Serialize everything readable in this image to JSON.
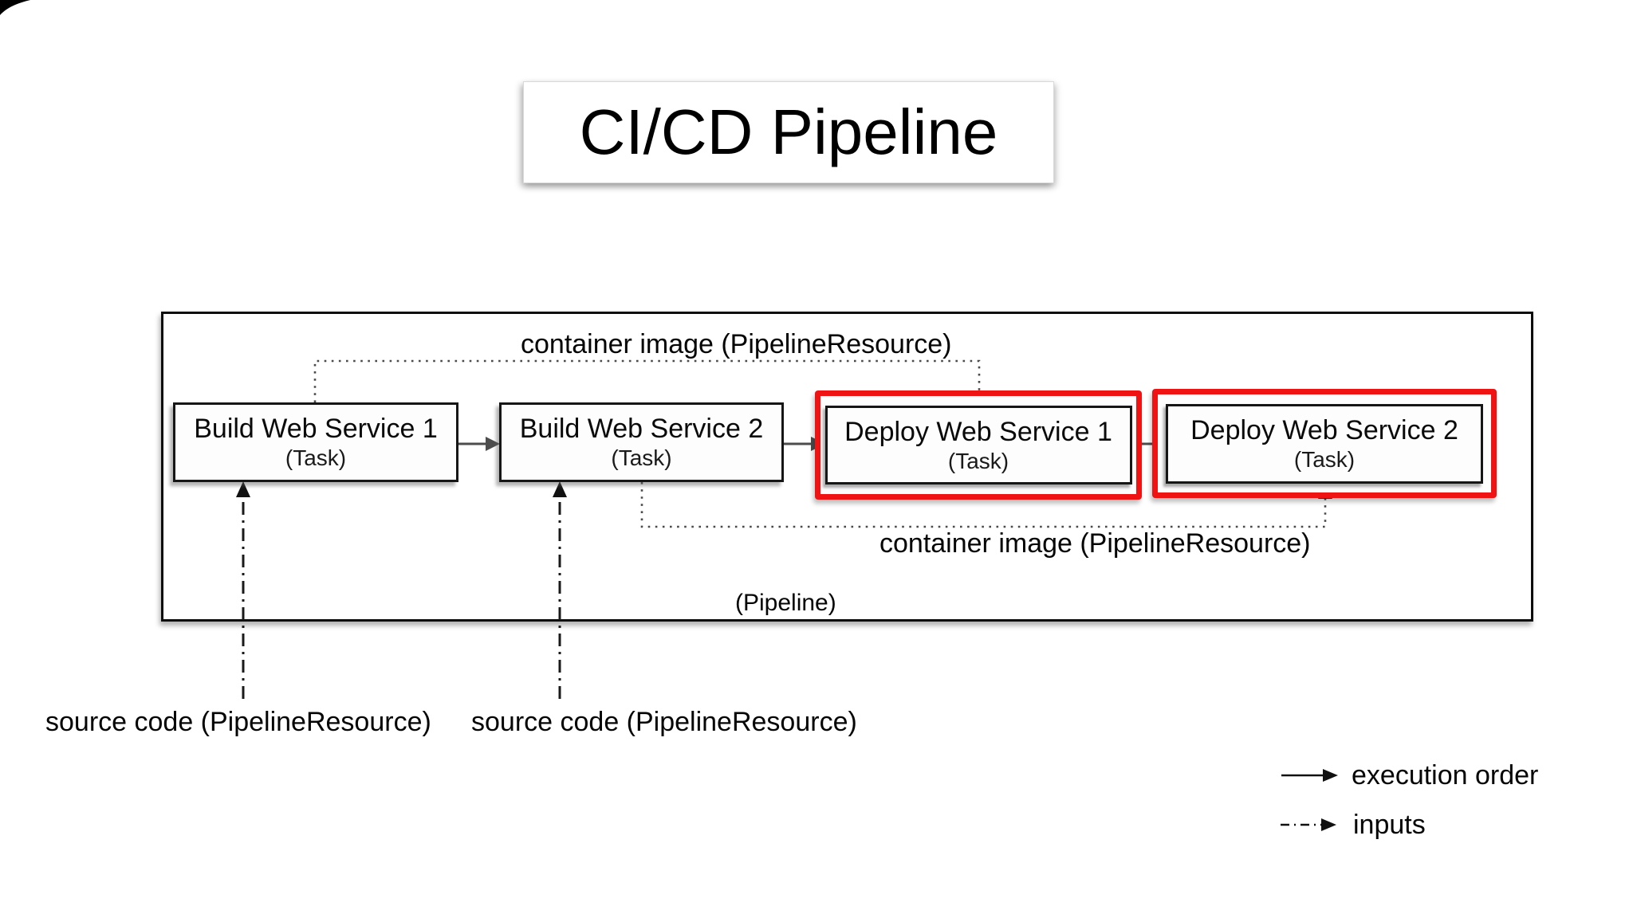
{
  "title": {
    "text": "CI/CD Pipeline"
  },
  "pipeline": {
    "container_label": "(Pipeline)",
    "tasks": [
      {
        "name": "Build Web Service 1",
        "kind": "(Task)",
        "highlighted": false
      },
      {
        "name": "Build Web Service 2",
        "kind": "(Task)",
        "highlighted": false
      },
      {
        "name": "Deploy Web Service 1",
        "kind": "(Task)",
        "highlighted": true
      },
      {
        "name": "Deploy Web Service 2",
        "kind": "(Task)",
        "highlighted": true
      }
    ],
    "resource_flows": [
      {
        "label": "container image (PipelineResource)",
        "from": "Build Web Service 1",
        "to": "Deploy Web Service 1"
      },
      {
        "label": "container image (PipelineResource)",
        "from": "Build Web Service 2",
        "to": "Deploy Web Service 2"
      }
    ]
  },
  "external_inputs": [
    {
      "label": "source code (PipelineResource)",
      "to": "Build Web Service 1"
    },
    {
      "label": "source code (PipelineResource)",
      "to": "Build Web Service 2"
    }
  ],
  "legend": {
    "execution": "execution order",
    "inputs": "inputs"
  },
  "colors": {
    "highlight_red": "#f01313",
    "arrow_gray": "#4d4d4d",
    "line_black": "#1a1a1a",
    "dotted_gray": "#4a4a4a",
    "box_border": "#161616"
  }
}
